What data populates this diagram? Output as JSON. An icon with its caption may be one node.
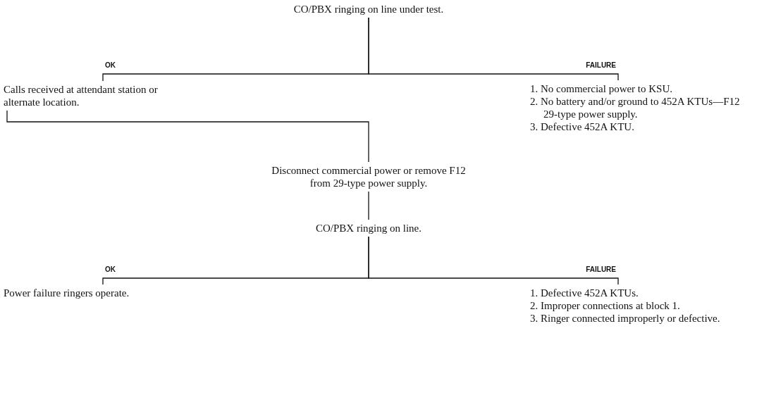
{
  "diagram": {
    "nodes": [
      {
        "text": [
          "CO/PBX ringing on line under test."
        ]
      },
      {
        "text": [
          "Calls received at attendant station or alternate location."
        ]
      },
      {
        "text": [
          "1. No commercial power to KSU.",
          "2. No battery and/or ground to 452A KTUs—F12 29-type power supply.",
          "3. Defective 452A KTU."
        ]
      },
      {
        "text": [
          "Disconnect commercial power or remove F12 from 29-type power supply."
        ]
      },
      {
        "text": [
          "CO/PBX ringing on line."
        ]
      },
      {
        "text": [
          "Power failure ringers operate."
        ]
      },
      {
        "text": [
          "1. Defective 452A KTUs.",
          "2. Improper connections at block 1.",
          "3. Ringer connected improperly or defective."
        ]
      }
    ],
    "edges": [
      {
        "from": 0,
        "to": 1,
        "arrow": "none",
        "label": "OK"
      },
      {
        "from": 0,
        "to": 2,
        "arrow": "none",
        "label": "FAILURE"
      },
      {
        "from": 1,
        "to": 3,
        "arrow": "none"
      },
      {
        "from": 3,
        "to": 4,
        "arrow": "none"
      },
      {
        "from": 4,
        "to": 5,
        "arrow": "none",
        "label": "OK"
      },
      {
        "from": 4,
        "to": 6,
        "arrow": "none",
        "label": "FAILURE"
      }
    ]
  }
}
